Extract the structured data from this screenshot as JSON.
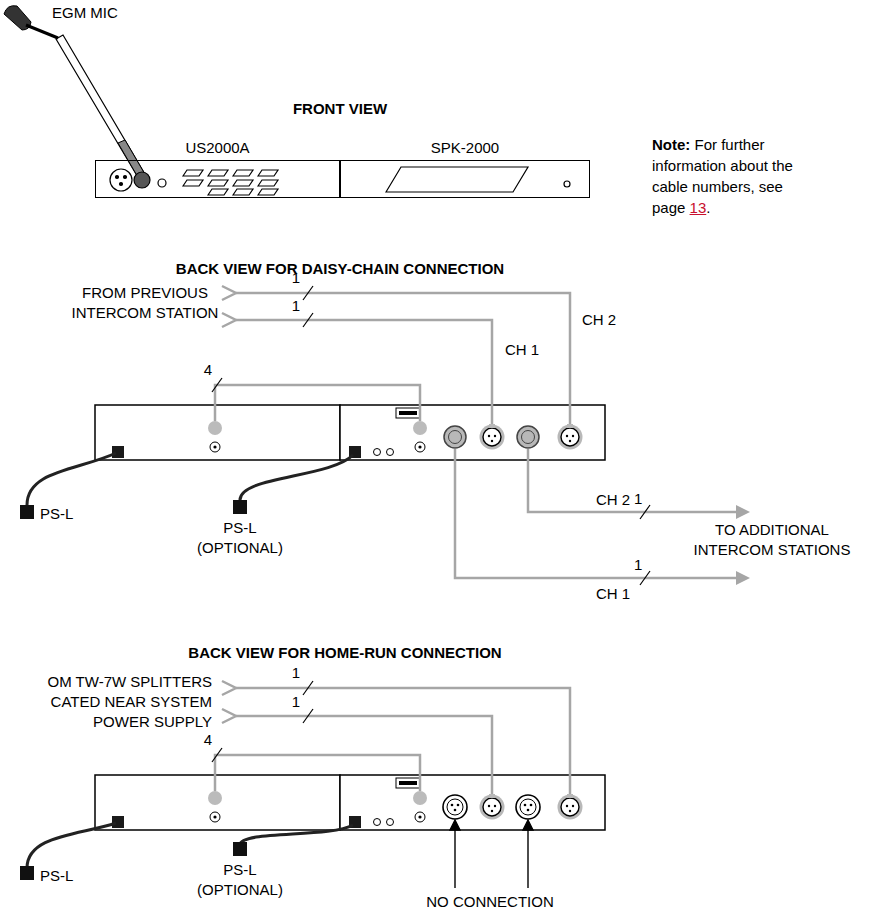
{
  "diagram": {
    "nodes": [
      {
        "text": [
          "US2000A"
        ]
      },
      {
        "text": [
          "SPK-2000"
        ]
      }
    ],
    "labels": [
      "EGM MIC",
      "FRONT VIEW",
      "Note:",
      "For further information about the cable numbers, see page",
      "13",
      ".",
      "BACK VIEW FOR DAISY-CHAIN CONNECTION",
      "FROM PREVIOUS INTERCOM STATION",
      "1",
      "CH 2",
      "1",
      "CH 1",
      "4",
      "PS-L",
      "PS-L (OPTIONAL)",
      "CH 2",
      "1",
      "TO ADDITIONAL INTERCOM STATIONS",
      "1",
      "CH 1",
      "BACK VIEW FOR HOME-RUN CONNECTION",
      "OM TW-7W SPLITTERS CATED NEAR SYSTEM POWER SUPPLY",
      "1",
      "1",
      "4",
      "PS-L",
      "PS-L (OPTIONAL)",
      "NO CONNECTION"
    ]
  }
}
